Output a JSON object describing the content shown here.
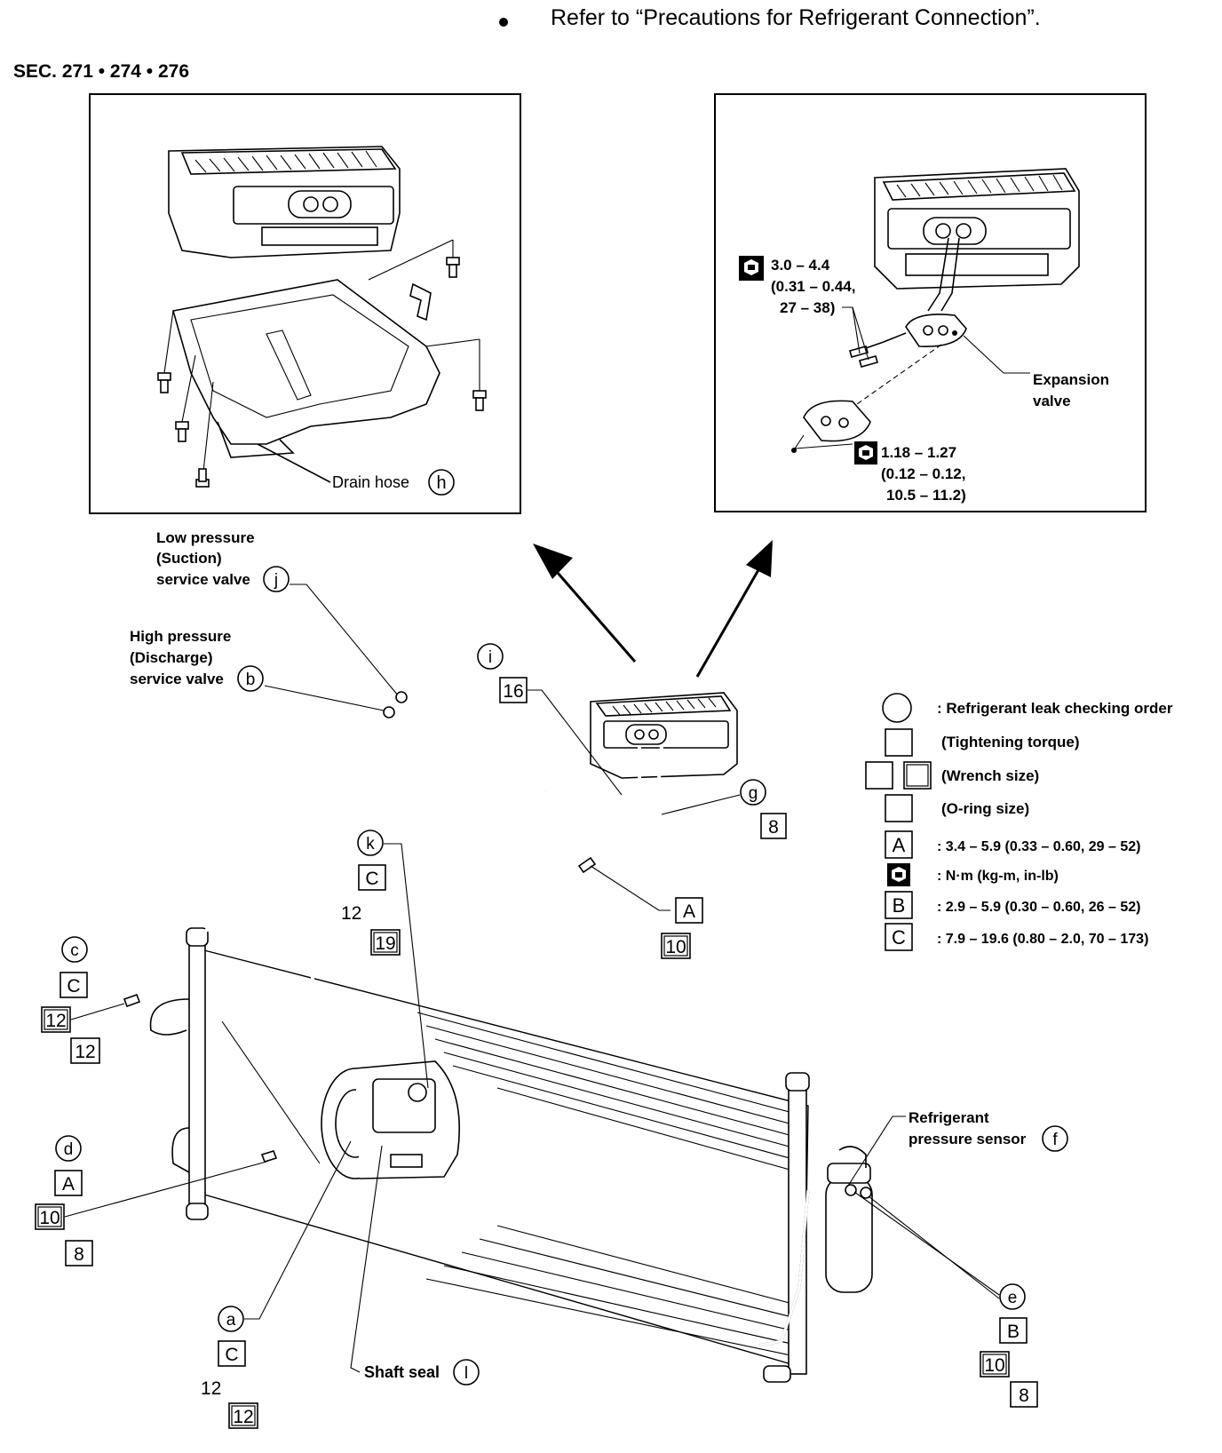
{
  "header": {
    "note": "Refer to “Precautions for Refrigerant Connection”.",
    "section": "SEC. 271 • 274 • 276"
  },
  "inset_left": {
    "drain_hose_label": "Drain hose",
    "drain_hose_letter": "h"
  },
  "inset_right": {
    "torque1": [
      "3.0 – 4.4",
      "(0.31 – 0.44,",
      "27 – 38)"
    ],
    "expansion_valve": [
      "Expansion",
      "valve"
    ],
    "torque2": [
      "1.18 – 1.27",
      "(0.12 – 0.12,",
      "10.5 – 11.2)"
    ]
  },
  "callouts": {
    "low_pressure": [
      "Low pressure",
      "(Suction)",
      "service valve"
    ],
    "low_pressure_letter": "j",
    "high_pressure": [
      "High pressure",
      "(Discharge)",
      "service valve"
    ],
    "high_pressure_letter": "b",
    "i_letter": "i",
    "i_size": "16",
    "g_letter": "g",
    "g_size": "8",
    "k_letter": "k",
    "k_torque": "C",
    "k_wrench": "12",
    "k_oring": "19",
    "A_torque": "A",
    "A_wrench": "10",
    "c_letter": "c",
    "c_torque": "C",
    "c_wrench": "12",
    "c_oring": "12",
    "d_letter": "d",
    "d_torque": "A",
    "d_wrench": "10",
    "d_oring": "8",
    "a_letter": "a",
    "a_torque": "C",
    "a_wrench": "12",
    "a_oring": "12",
    "shaft_seal": "Shaft seal",
    "shaft_seal_letter": "l",
    "sensor": [
      "Refrigerant",
      "pressure sensor"
    ],
    "sensor_letter": "f",
    "e_letter": "e",
    "e_torque": "B",
    "e_wrench": "10",
    "e_oring": "8"
  },
  "legend": {
    "leak_order": ": Refrigerant leak checking order",
    "torque": "(Tightening torque)",
    "wrench": "(Wrench size)",
    "oring": "(O-ring size)",
    "A_key": "A",
    "A_value": ": 3.4 – 5.9 (0.33 – 0.60, 29 – 52)",
    "unit": ": N·m (kg-m, in-lb)",
    "B_key": "B",
    "B_value": ": 2.9 – 5.9 (0.30 – 0.60, 26 – 52)",
    "C_key": "C",
    "C_value": ": 7.9 – 19.6 (0.80 – 2.0, 70 – 173)"
  }
}
